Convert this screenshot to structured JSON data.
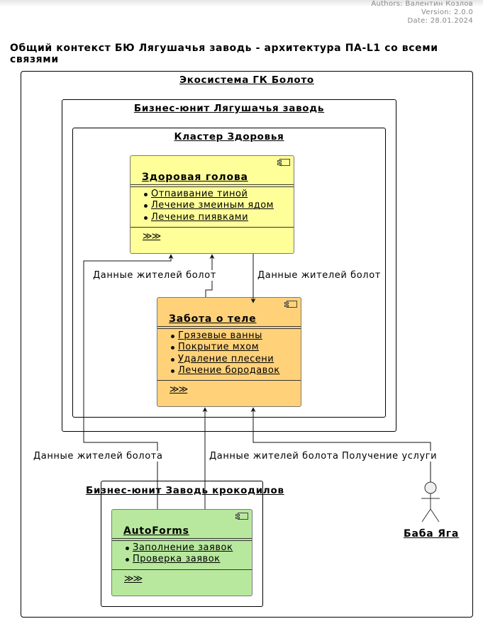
{
  "meta": {
    "authors": "Authors: Валентин Козлов",
    "version": "Version: 2.0.0",
    "date": "Date: 28.01.2024"
  },
  "title": "Общий контекст БЮ Лягушачья заводь - архитектура ПА-L1 со всеми связями",
  "boundaries": {
    "ecosystem": "Экосистема ГК Болото",
    "bu_frog": "Бизнес-юнит Лягушачья заводь",
    "cluster": "Кластер Здоровья",
    "bu_croc": "Бизнес-юнит Заводь крокодилов"
  },
  "components": {
    "head": {
      "name": "Здоровая голова",
      "items": [
        "Отпаивание тиной",
        "Лечение змеиным ядом",
        "Лечение пиявками"
      ],
      "more": "≫≫",
      "color": "#ffff99"
    },
    "body": {
      "name": "Забота о теле",
      "items": [
        "Грязевые ванны",
        "Покрытие мхом",
        "Удаление плесени",
        "Лечение бородавок"
      ],
      "more": "≫≫",
      "color": "#ffd27a"
    },
    "autoforms": {
      "name": "AutoForms",
      "items": [
        "Заполнение заявок",
        "Проверка заявок"
      ],
      "more": "≫≫",
      "color": "#b8e89e"
    }
  },
  "edges": {
    "body_to_head": "Данные жителей болот",
    "head_to_body": "Данные жителей болот",
    "autoforms_to_head": "Данные жителей болота",
    "autoforms_to_body": "Данные жителей болота",
    "actor_to_body": "Получение услуги"
  },
  "actor": {
    "name": "Баба Яга"
  }
}
